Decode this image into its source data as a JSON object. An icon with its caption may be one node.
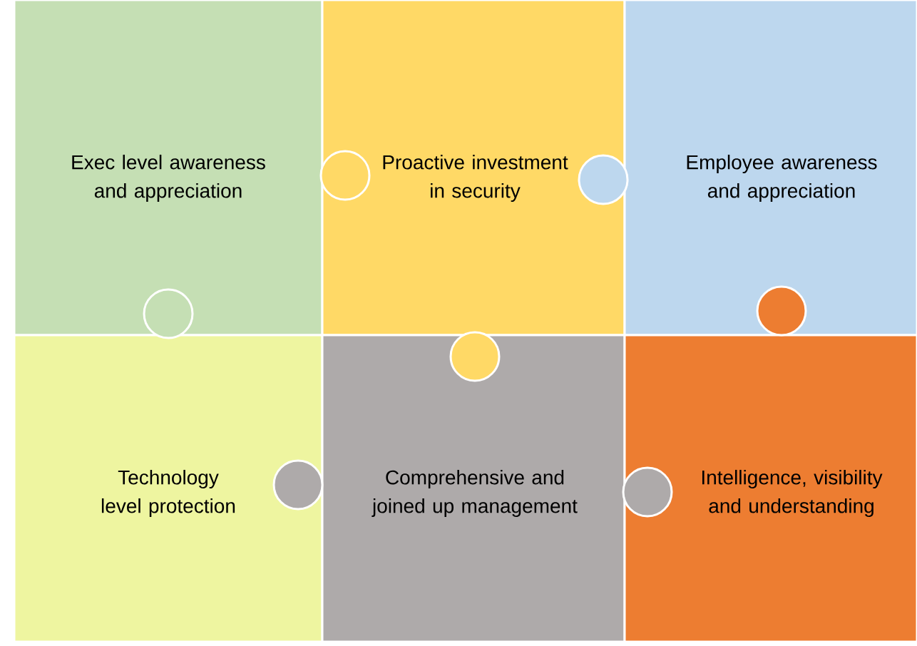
{
  "diagram": {
    "nodes": [
      {
        "text": [
          "Exec level awareness and appreciation"
        ]
      },
      {
        "text": [
          "Proactive investment in security"
        ]
      },
      {
        "text": [
          "Employee awareness and appreciation"
        ]
      },
      {
        "text": [
          "Technology level protection"
        ]
      },
      {
        "text": [
          "Comprehensive and joined up management"
        ]
      },
      {
        "text": [
          "Intelligence, visibility and understanding"
        ]
      }
    ]
  }
}
